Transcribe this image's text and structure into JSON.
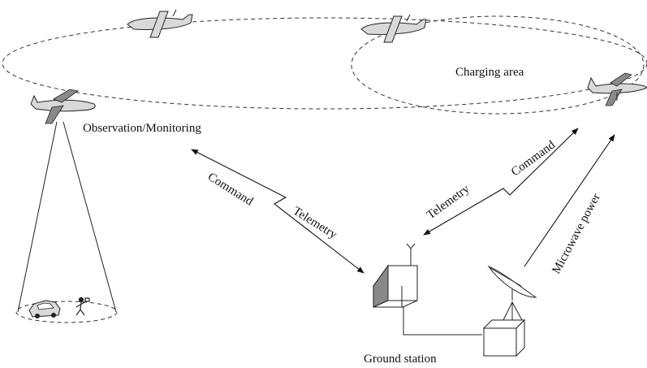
{
  "labels": {
    "observation": "Observation/Monitoring",
    "charging_area": "Charging area",
    "ground_station": "Ground station",
    "left_command": "Command",
    "left_telemetry": "Telemetry",
    "right_telemetry": "Telemetry",
    "right_command": "Command",
    "microwave": "Microwave power"
  }
}
